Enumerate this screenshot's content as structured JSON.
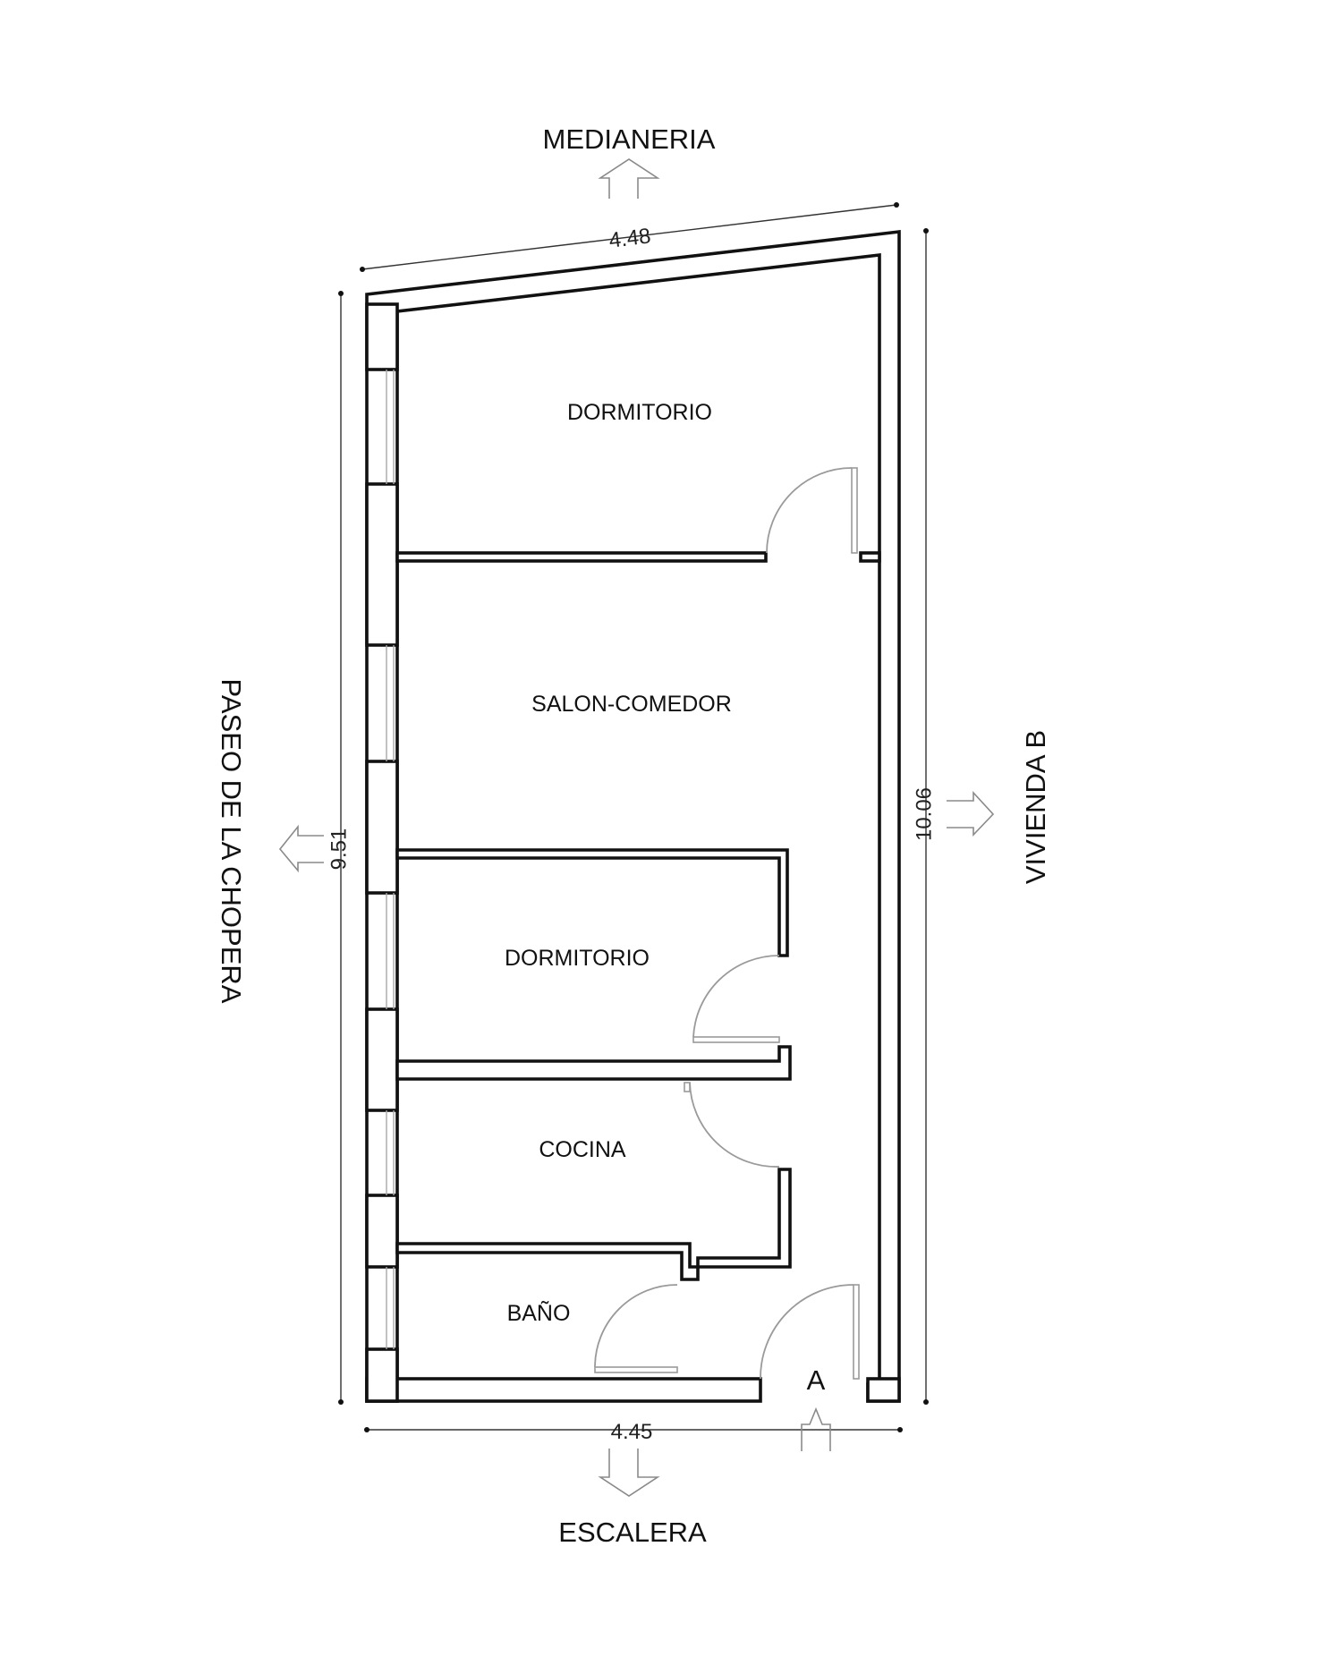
{
  "labels": {
    "north": "MEDIANERIA",
    "south": "ESCALERA",
    "west": "PASEO DE LA CHOPERA",
    "east": "VIVIENDA B"
  },
  "dimensions": {
    "top": "4.48",
    "bottom": "4.45",
    "left": "9.51",
    "right": "10.06"
  },
  "rooms": {
    "bedroom_top": "DORMITORIO",
    "living_dining": "SALON-COMEDOR",
    "bedroom_middle": "DORMITORIO",
    "kitchen": "COCINA",
    "bathroom": "BAÑO"
  },
  "entrance": "A"
}
